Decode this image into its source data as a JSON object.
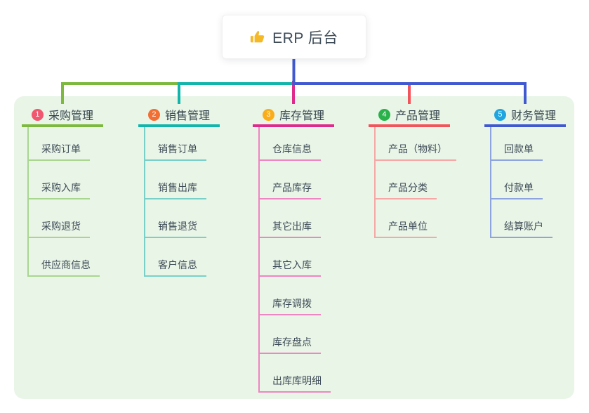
{
  "root": {
    "icon": "thumbs-up-icon",
    "icon_color": "#F5B927",
    "title": "ERP 后台"
  },
  "canvas": {
    "background": "#ffffff",
    "panel_background": "#E9F5E7",
    "root_connector_color": "#4159D0",
    "title_text_color": "#3E4C59",
    "label_text_color": "#37474F",
    "child_text_color": "#3D4B57"
  },
  "branches": [
    {
      "num": "1",
      "label": "采购管理",
      "badge_color": "#F1576F",
      "line_color": "#7CB93E",
      "child_line_color": "#A9D68F",
      "children": [
        "采购订单",
        "采购入库",
        "采购退货",
        "供应商信息"
      ]
    },
    {
      "num": "2",
      "label": "销售管理",
      "badge_color": "#F26E32",
      "line_color": "#12B5AC",
      "child_line_color": "#79D0C8",
      "children": [
        "销售订单",
        "销售出库",
        "销售退货",
        "客户信息"
      ]
    },
    {
      "num": "3",
      "label": "库存管理",
      "badge_color": "#FBAC19",
      "line_color": "#DD2A8C",
      "child_line_color": "#EF85C2",
      "children": [
        "仓库信息",
        "产品库存",
        "其它出库",
        "其它入库",
        "库存调拨",
        "库存盘点",
        "出库库明细"
      ]
    },
    {
      "num": "4",
      "label": "产品管理",
      "badge_color": "#29B24A",
      "line_color": "#F2545B",
      "child_line_color": "#F7A7A5",
      "children": [
        "产品（物料）",
        "产品分类",
        "产品单位"
      ]
    },
    {
      "num": "5",
      "label": "财务管理",
      "badge_color": "#1FA5DF",
      "line_color": "#4159D0",
      "child_line_color": "#8EA4DE",
      "children": [
        "回款单",
        "付款单",
        "结算账户"
      ]
    }
  ]
}
